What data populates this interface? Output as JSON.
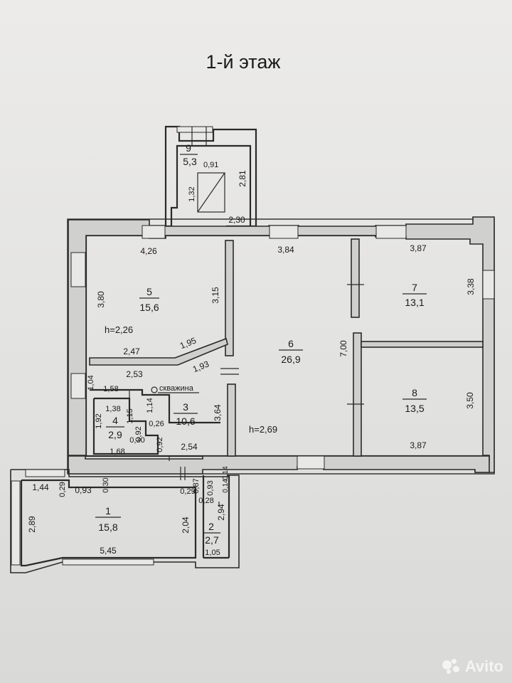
{
  "title": "1-й этаж",
  "rooms": [
    {
      "id": "r9",
      "number": "9",
      "area": "5,3"
    },
    {
      "id": "r5",
      "number": "5",
      "area": "15,6"
    },
    {
      "id": "r6",
      "number": "6",
      "area": "26,9"
    },
    {
      "id": "r7",
      "number": "7",
      "area": "13,1"
    },
    {
      "id": "r8",
      "number": "8",
      "area": "13,5"
    },
    {
      "id": "r3",
      "number": "3",
      "area": "10,6"
    },
    {
      "id": "r4",
      "number": "4",
      "area": "2,9"
    },
    {
      "id": "r1",
      "number": "1",
      "area": "15,8"
    },
    {
      "id": "r2",
      "number": "2",
      "area": "2,7"
    }
  ],
  "heights": {
    "h5": "h=2,26",
    "h6": "h=2,69"
  },
  "well_label": "скважина",
  "dimensions": {
    "d091": "0,91",
    "d132": "1,32",
    "d281": "2,81",
    "d230": "2,30",
    "d426": "4,26",
    "d384": "3,84",
    "d387a": "3,87",
    "d338": "3,38",
    "d380": "3,80",
    "d315": "3,15",
    "d247": "2,47",
    "d195": "1,95",
    "d193": "1,93",
    "d700": "7,00",
    "d253": "2,53",
    "d104": "1,04",
    "d158": "1,58",
    "d138": "1,38",
    "d114": "1,14",
    "d192": "1,92",
    "d115": "1,15",
    "d026": "0,26",
    "d092": "0,92",
    "d030a": "0,30",
    "d168": "1,68",
    "d092b": "0,92",
    "d254": "2,54",
    "d364": "3,64",
    "d350": "3,50",
    "d387b": "3,87",
    "d144": "1,44",
    "d029a": "0,29",
    "d093a": "0,93",
    "d030b": "0,30",
    "d087": "0,87",
    "d014a": "0,14",
    "d029b": "0,29",
    "d093b": "0,93",
    "d014b": "0,14",
    "d028": "0,28",
    "d289": "2,89",
    "d204": "2,04",
    "d294": "2,94",
    "d545": "5,45",
    "d105": "1,05"
  },
  "watermark": {
    "text": "Avito",
    "icon": "avito-dots-icon"
  }
}
